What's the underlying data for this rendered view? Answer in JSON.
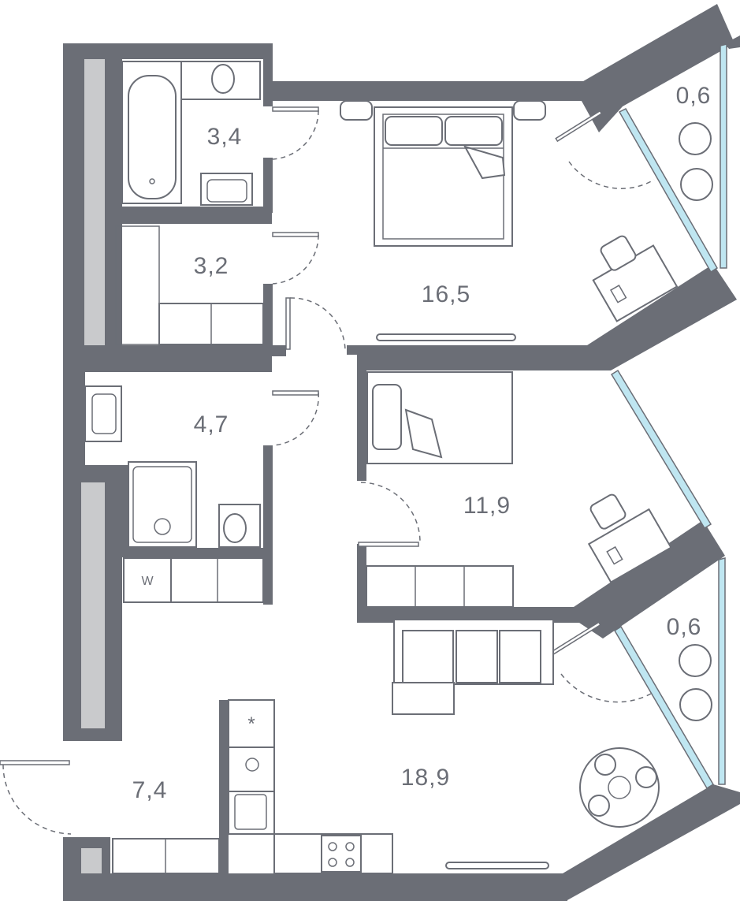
{
  "floor_plan": {
    "rooms": [
      {
        "id": "bathroom",
        "area": "3,4"
      },
      {
        "id": "storage",
        "area": "3,2"
      },
      {
        "id": "bedroom",
        "area": "16,5"
      },
      {
        "id": "balcony_top",
        "area": "0,6"
      },
      {
        "id": "wc_shower",
        "area": "4,7"
      },
      {
        "id": "second_bedroom",
        "area": "11,9"
      },
      {
        "id": "balcony_bottom",
        "area": "0,6"
      },
      {
        "id": "living_kitchen",
        "area": "18,9"
      },
      {
        "id": "hallway",
        "area": "7,4"
      }
    ],
    "appliance_marks": {
      "washer": "W",
      "fridge": "*"
    },
    "colors": {
      "wall": "#6b6e76",
      "column": "#c9cacc",
      "glass": "#bfe6f1",
      "background": "#ffffff"
    }
  }
}
